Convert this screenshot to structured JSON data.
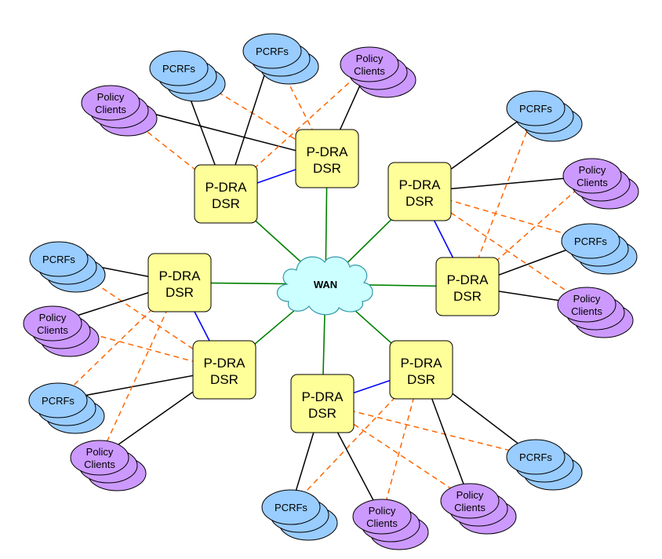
{
  "wan": {
    "label": "WAN",
    "fill": "#ccffff",
    "stroke": "#3399aa"
  },
  "colors": {
    "dsr_fill": "#ffff99",
    "pcrf_fill": "#99ccff",
    "policy_fill": "#cc99ff",
    "wan_link": "#008000",
    "mate_link": "#0000ff",
    "primary_link": "#000000",
    "secondary_link": "#ff6600"
  },
  "dsr_nodes": [
    {
      "line1": "P-DRA",
      "line2": "DSR"
    },
    {
      "line1": "P-DRA",
      "line2": "DSR"
    },
    {
      "line1": "P-DRA",
      "line2": "DSR"
    },
    {
      "line1": "P-DRA",
      "line2": "DSR"
    },
    {
      "line1": "P-DRA",
      "line2": "DSR"
    },
    {
      "line1": "P-DRA",
      "line2": "DSR"
    },
    {
      "line1": "P-DRA",
      "line2": "DSR"
    },
    {
      "line1": "P-DRA",
      "line2": "DSR"
    }
  ],
  "pcrf_label": "PCRFs",
  "policy_label": [
    "Policy",
    "Clients"
  ],
  "clusters": [
    {
      "type": "pcrf"
    },
    {
      "type": "pcrf"
    },
    {
      "type": "policy"
    },
    {
      "type": "policy"
    },
    {
      "type": "pcrf"
    },
    {
      "type": "policy"
    },
    {
      "type": "pcrf"
    },
    {
      "type": "policy"
    },
    {
      "type": "pcrf"
    },
    {
      "type": "policy"
    },
    {
      "type": "pcrf"
    },
    {
      "type": "policy"
    },
    {
      "type": "pcrf"
    },
    {
      "type": "policy"
    },
    {
      "type": "pcrf"
    },
    {
      "type": "policy"
    }
  ]
}
